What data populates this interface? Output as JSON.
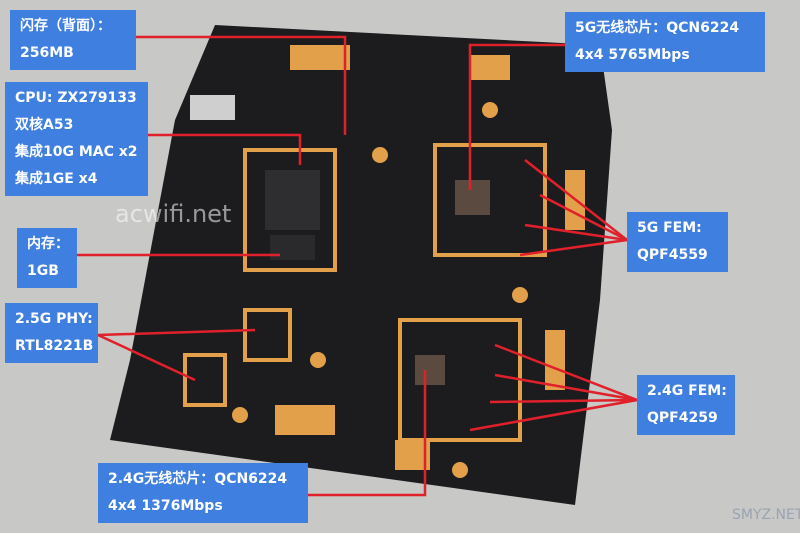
{
  "labels": {
    "flash": [
      "闪存（背面）：",
      "256MB"
    ],
    "cpu": [
      "CPU: ZX279133",
      "双核A53",
      "集成10G MAC  x2",
      "集成1GE x4"
    ],
    "memory": [
      "内存：",
      "1GB"
    ],
    "phy": [
      "2.5G PHY:",
      "RTL8221B"
    ],
    "wifi5g": [
      "5G无线芯片：QCN6224",
      "4x4 5765Mbps"
    ],
    "fem5g": [
      "5G FEM:",
      "QPF4559"
    ],
    "fem24g": [
      "2.4G FEM:",
      "QPF4259"
    ],
    "wifi24g": [
      "2.4G无线芯片：QCN6224",
      "4x4 1376Mbps"
    ]
  },
  "watermarks": {
    "site": "acwifi.net",
    "corner": "SMYZ.NET"
  },
  "colors": {
    "label_bg": "#3f7fe0",
    "line": "#e0202a",
    "pcb": "#1c1c1e",
    "copper": "#e3a04a"
  }
}
